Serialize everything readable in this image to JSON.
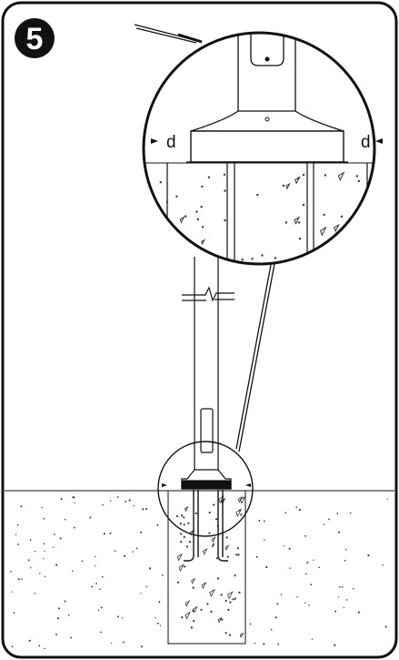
{
  "step": {
    "number": "5"
  },
  "callouts": {
    "left_label": "d",
    "right_label": "d"
  },
  "colors": {
    "ink": "#111111",
    "background": "#ffffff",
    "badge": "#111111",
    "badge_text": "#ffffff"
  }
}
